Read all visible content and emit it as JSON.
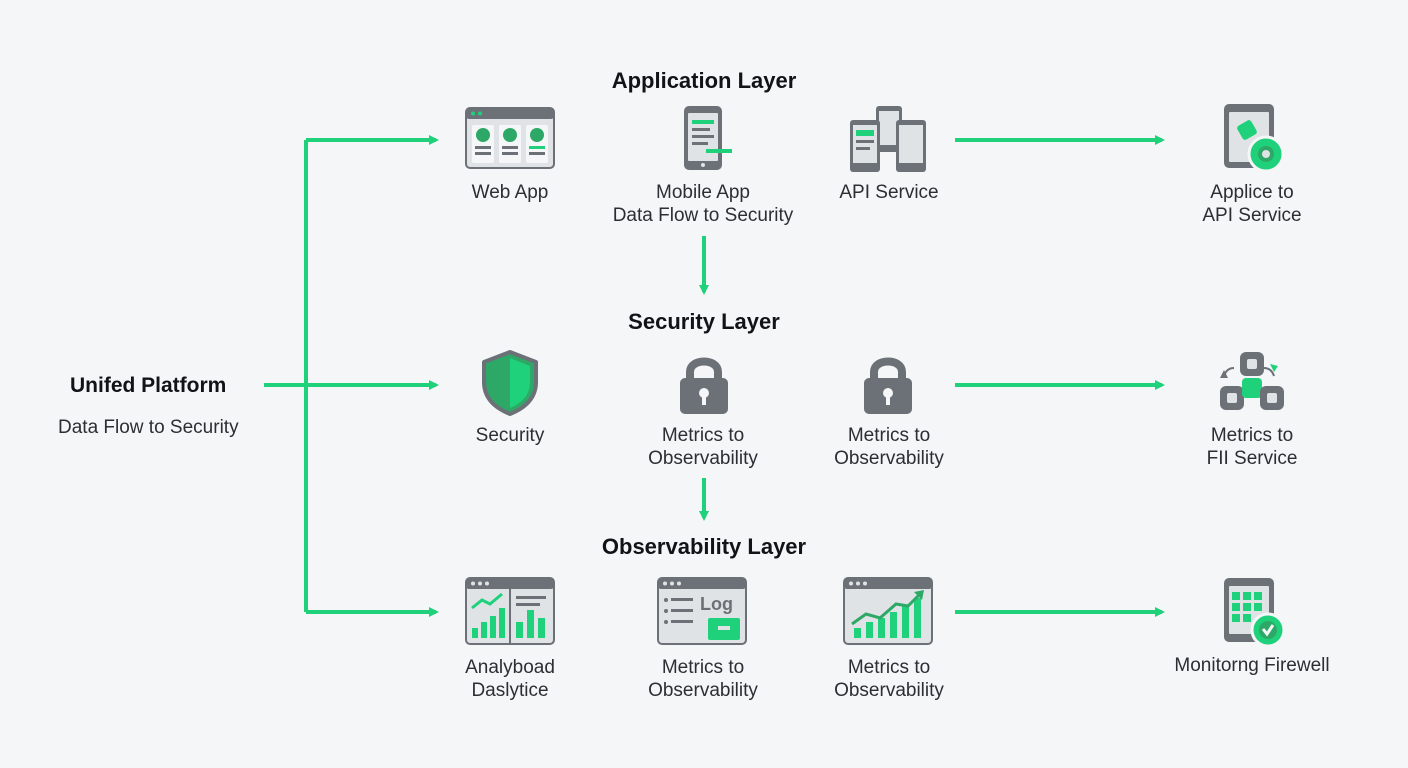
{
  "colors": {
    "accent": "#1ed17a",
    "icon_gray": "#6b7177",
    "icon_light": "#dfe3e6",
    "shield_green": "#2ea866",
    "background": "#f5f6f7"
  },
  "platform": {
    "title": "Unifed Platform",
    "subtitle": "Data Flow to Security"
  },
  "layers": {
    "application": "Application Layer",
    "security": "Security Layer",
    "observability": "Observability Layer"
  },
  "nodes": {
    "web_app": {
      "label": "Web App",
      "icon": "browser-dashboard-icon"
    },
    "mobile_app": {
      "label": "Mobile App\nData Flow to Security",
      "icon": "mobile-phone-icon"
    },
    "api_service": {
      "label": "API Service",
      "icon": "devices-icon"
    },
    "applice_api": {
      "label": "Applice to\nAPI Service",
      "icon": "tablet-shield-icon"
    },
    "security": {
      "label": "Security",
      "icon": "shield-icon"
    },
    "metrics_sec_1": {
      "label": "Metrics to\nObservability",
      "icon": "padlock-icon"
    },
    "metrics_sec_2": {
      "label": "Metrics to\nObservability",
      "icon": "padlock-icon"
    },
    "metrics_fii": {
      "label": "Metrics to\nFII Service",
      "icon": "node-network-icon"
    },
    "analyboad": {
      "label": "Analyboad\nDaslytice",
      "icon": "analytics-dashboard-icon"
    },
    "metrics_obs_1": {
      "label": "Metrics to\nObservability",
      "icon": "log-window-icon",
      "log_text": "Log"
    },
    "metrics_obs_2": {
      "label": "Metrics to\nObservability",
      "icon": "growth-chart-icon"
    },
    "monitoring_firewall": {
      "label": "Monitorng Firewell",
      "icon": "tablet-check-icon"
    }
  }
}
